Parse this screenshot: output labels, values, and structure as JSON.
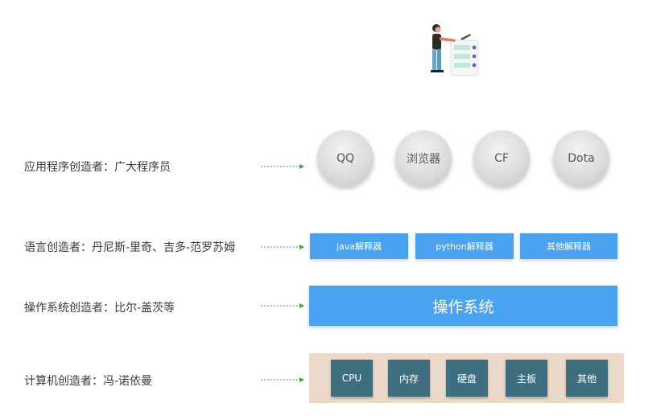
{
  "rows": [
    {
      "label": "应用程序创造者：广大程序员"
    },
    {
      "label": "语言创造者：丹尼斯-里奇、吉多-范罗苏姆"
    },
    {
      "label": "操作系统创造者：比尔-盖茨等"
    },
    {
      "label": "计算机创造者：冯-诺依曼"
    }
  ],
  "apps": [
    {
      "label": "QQ"
    },
    {
      "label": "浏览器"
    },
    {
      "label": "CF"
    },
    {
      "label": "Dota"
    }
  ],
  "interpreters": [
    {
      "label": "java解释器"
    },
    {
      "label": "python解释器"
    },
    {
      "label": "其他解释器"
    }
  ],
  "os": {
    "label": "操作系统"
  },
  "hardware": [
    {
      "label": "CPU"
    },
    {
      "label": "内存"
    },
    {
      "label": "硬盘"
    },
    {
      "label": "主板"
    },
    {
      "label": "其他"
    }
  ],
  "colors": {
    "accent_blue": "#4aa3f0",
    "hardware_teal": "#3e6e80",
    "hardware_panel": "#ead9c8",
    "arrow_green": "#3f9b3f"
  }
}
